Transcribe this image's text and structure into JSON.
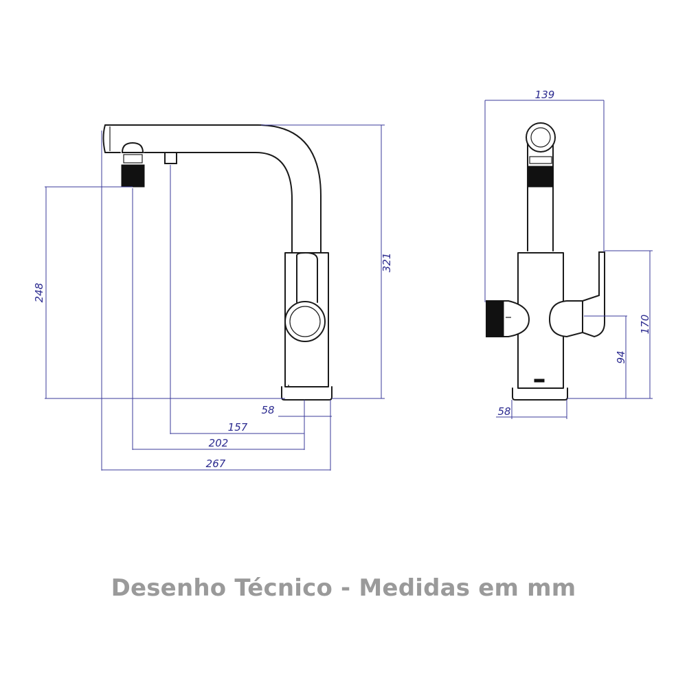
{
  "caption": "Desenho Técnico - Medidas em mm",
  "side_view": {
    "dims": {
      "height_total": "321",
      "height_spout": "248",
      "base": "58",
      "d157": "157",
      "d202": "202",
      "d267": "267"
    }
  },
  "front_view": {
    "dims": {
      "width": "139",
      "height_handle": "170",
      "height_lever": "94",
      "base": "58"
    }
  },
  "colors": {
    "dimension": "#2b2a8f",
    "outline": "#1a1a1a",
    "caption": "#9a9a9a"
  }
}
